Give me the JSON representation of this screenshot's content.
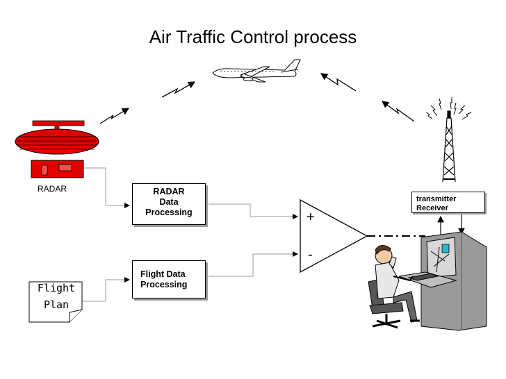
{
  "title": "Air Traffic Control process",
  "radar_label": "RADAR",
  "rdp_box": {
    "line1": "RADAR",
    "line2": "Data",
    "line3": "Processing"
  },
  "fdp_box": {
    "line1": "Flight Data",
    "line2": "Processing"
  },
  "tx_box": {
    "line1": "transmitter",
    "line2": "Receiver"
  },
  "flight_plan": {
    "line1": "Flight",
    "line2": "Plan"
  },
  "comparator": {
    "plus": "+",
    "minus": "-"
  },
  "icons": [
    "airplane-icon",
    "radar-antenna-icon",
    "radio-tower-icon",
    "controller-workstation-icon",
    "lightning-signal-icon"
  ],
  "colors": {
    "radar_red": "#e00000",
    "tower_black": "#000000",
    "shadow_gray": "#9a9a9a"
  }
}
